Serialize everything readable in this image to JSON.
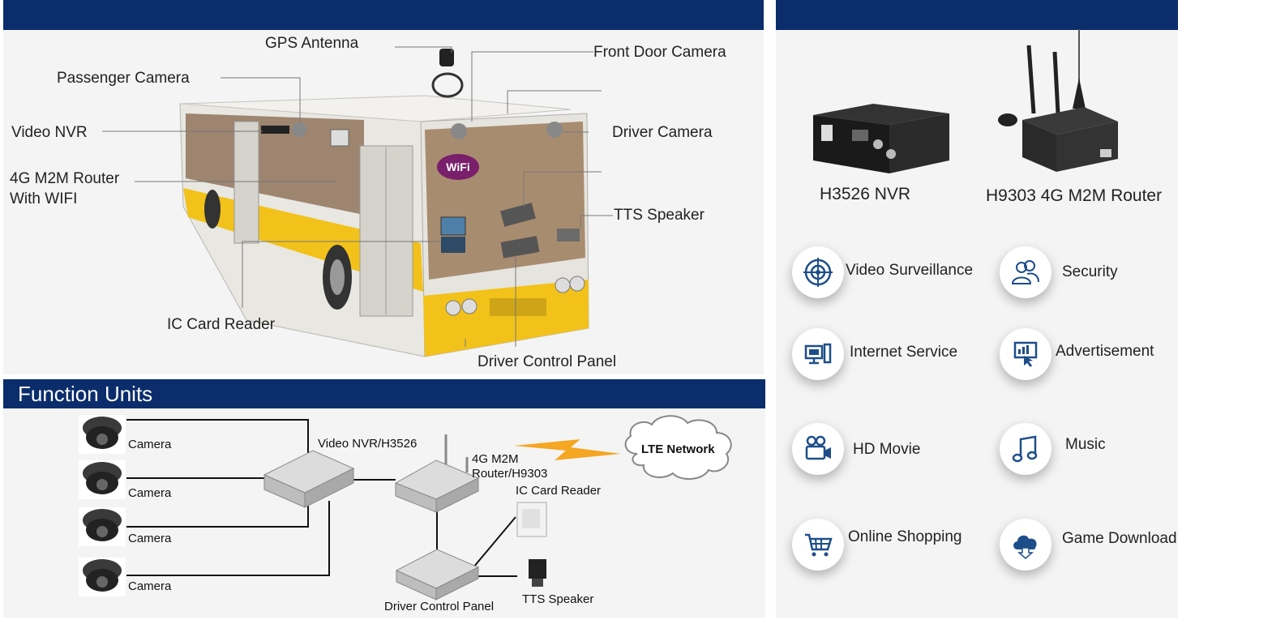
{
  "bus_diagram": {
    "labels": {
      "gps_antenna": "GPS Antenna",
      "front_door_camera": "Front Door Camera",
      "passenger_camera": "Passenger Camera",
      "video_nvr": "Video NVR",
      "driver_camera": "Driver Camera",
      "router_line1": "4G M2M Router",
      "router_line2": "With WIFI",
      "tts_speaker": "TTS Speaker",
      "ic_card_reader": "IC Card Reader",
      "driver_control_panel": "Driver Control Panel"
    },
    "wifi_badge": "WiFi"
  },
  "function_units": {
    "title": "Function Units",
    "cameras": [
      "Camera",
      "Camera",
      "Camera",
      "Camera"
    ],
    "nvr_label": "Video NVR/H3526",
    "router_line1": "4G M2M",
    "router_line2": "Router/H9303",
    "lte_network": "LTE Network",
    "ic_card_reader": "IC Card Reader",
    "tts_speaker": "TTS Speaker",
    "driver_control_panel": "Driver Control Panel"
  },
  "products": {
    "nvr": "H3526 NVR",
    "router": "H9303 4G M2M Router"
  },
  "features": [
    {
      "label": "Video Surveillance",
      "icon": "target-icon"
    },
    {
      "label": "Security",
      "icon": "users-icon"
    },
    {
      "label": "Internet Service",
      "icon": "computer-icon"
    },
    {
      "label": "Advertisement",
      "icon": "display-touch-icon"
    },
    {
      "label": "HD Movie",
      "icon": "video-camera-icon"
    },
    {
      "label": "Music",
      "icon": "music-note-icon"
    },
    {
      "label": "Online Shopping",
      "icon": "shopping-cart-icon"
    },
    {
      "label": "Game Download",
      "icon": "cloud-download-icon"
    }
  ],
  "colors": {
    "header": "#0b2d6b",
    "bus_yellow": "#f2c21a",
    "bus_white": "#eceae4"
  }
}
